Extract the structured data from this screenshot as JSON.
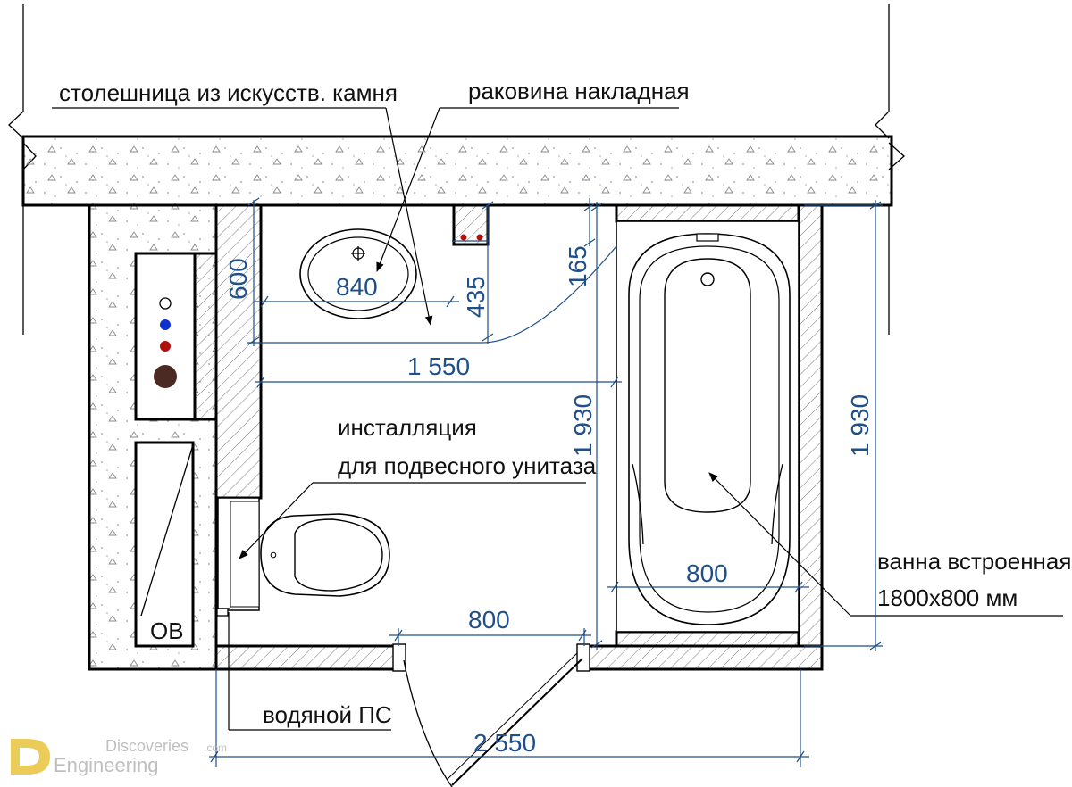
{
  "labels": {
    "countertop": "столешница из искусств. камня",
    "sink": "раковина накладная",
    "installation_line1": "инсталляция",
    "installation_line2": "для подвесного унитаза",
    "bath_line1": "ванна встроенная",
    "bath_line2": "1800x800 мм",
    "water_riser": "водяной ПС",
    "ov": "ОВ"
  },
  "dimensions": {
    "d600": "600",
    "d840": "840",
    "d435": "435",
    "d165": "165",
    "d1550": "1 550",
    "d1930_left": "1 930",
    "d1930_right": "1 930",
    "d800_bath": "800",
    "d800_door": "800",
    "d2550": "2 550"
  },
  "watermark": {
    "line1": "Discoveries",
    "suffix": ".com",
    "line2": "Engineering"
  },
  "colors": {
    "dimension": "#1f4f8a",
    "cold_water": "#1030d0",
    "hot_water": "#b01010",
    "drain": "#4a2a22"
  }
}
